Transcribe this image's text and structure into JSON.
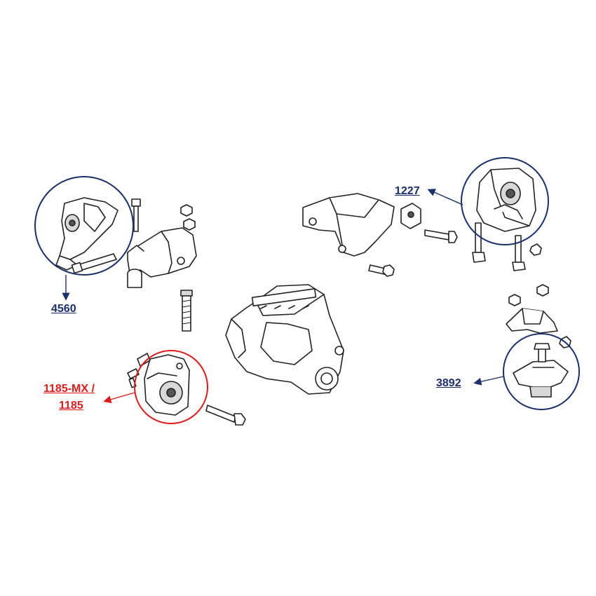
{
  "labels": {
    "part_4560": "4560",
    "part_1227": "1227",
    "part_3892": "3892",
    "part_1185_line1": "1185-MX /",
    "part_1185_line2": "1185"
  },
  "colors": {
    "navy": "#1a2f6b",
    "red": "#e01b1b",
    "line": "#222222",
    "background": "#ffffff"
  }
}
